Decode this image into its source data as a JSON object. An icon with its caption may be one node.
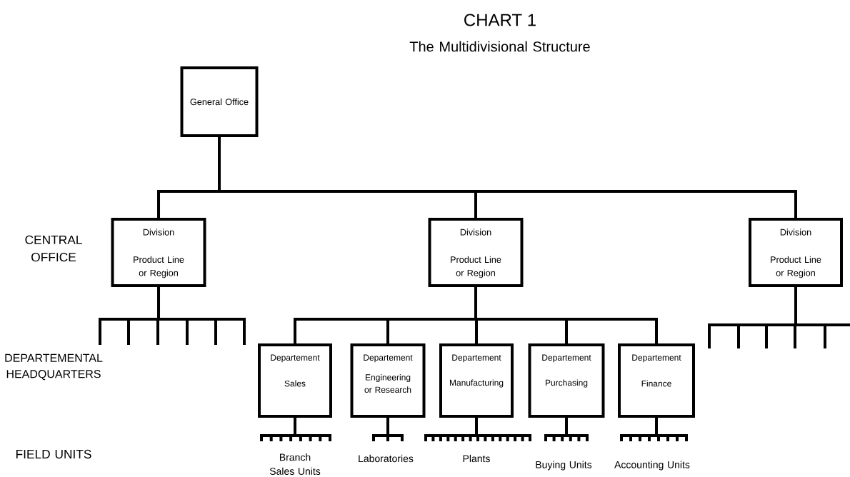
{
  "diagram": {
    "title": "CHART 1",
    "nodes": [
      {
        "text": [
          "General Office"
        ]
      },
      {
        "text": [
          "Division",
          "Product Line or Region"
        ]
      },
      {
        "text": [
          "Division",
          "Product Line or Region"
        ]
      },
      {
        "text": [
          "Division",
          "Product Line or Region"
        ]
      },
      {
        "text": [
          "Departement",
          "Sales"
        ]
      },
      {
        "text": [
          "Departement",
          "Engineering or Research"
        ]
      },
      {
        "text": [
          "Departement",
          "Manufacturing"
        ]
      },
      {
        "text": [
          "Departement",
          "Purchasing"
        ]
      },
      {
        "text": [
          "Departement",
          "Finance"
        ]
      }
    ],
    "edges": [
      {
        "from": 0,
        "to": 1,
        "arrow": "none"
      },
      {
        "from": 0,
        "to": 2,
        "arrow": "none"
      },
      {
        "from": 0,
        "to": 3,
        "arrow": "none"
      },
      {
        "from": 2,
        "to": 4,
        "arrow": "none"
      },
      {
        "from": 2,
        "to": 5,
        "arrow": "none"
      },
      {
        "from": 2,
        "to": 6,
        "arrow": "none"
      },
      {
        "from": 2,
        "to": 7,
        "arrow": "none"
      },
      {
        "from": 2,
        "to": 8,
        "arrow": "none"
      }
    ],
    "labels": [
      "The Multidivisional Structure",
      "CENTRAL OFFICE",
      "DEPARTEMENTAL HEADQUARTERS",
      "FIELD UNITS",
      "Branch Sales Units",
      "Laboratories",
      "Plants",
      "Buying Units",
      "Accounting Units"
    ]
  }
}
